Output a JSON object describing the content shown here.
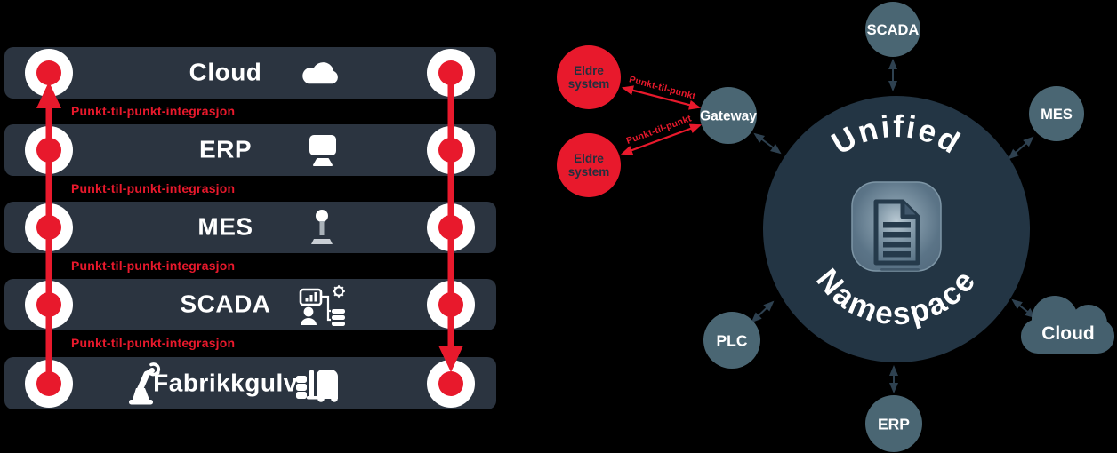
{
  "colors": {
    "background": "#000000",
    "layer_bar": "#2b3440",
    "accent_red": "#e8192c",
    "node_teal": "#4a6673",
    "hub_navy": "#233544",
    "arrow_dark": "#2e4150",
    "white": "#ffffff",
    "legacy_text": "#232f3d"
  },
  "diagram": {
    "left": {
      "rows": [
        {
          "label": "Cloud",
          "icon": "cloud-icon"
        },
        {
          "label": "ERP",
          "icon": "desktop-computer-icon"
        },
        {
          "label": "MES",
          "icon": "joystick-icon"
        },
        {
          "label": "SCADA",
          "icon": "scada-monitoring-icon"
        },
        {
          "label": "Fabrikkgulv",
          "icon_left": "robot-arm-icon",
          "icon_right": "forklift-icon"
        }
      ],
      "connection_label": "Punkt-til-punkt-integrasjon"
    },
    "right": {
      "hub": {
        "title_top": "Unified",
        "title_bottom": "Namespace",
        "center_icon": "document-icon"
      },
      "nodes": {
        "scada": "SCADA",
        "mes": "MES",
        "cloud": "Cloud",
        "erp": "ERP",
        "plc": "PLC",
        "gateway": "Gateway"
      },
      "legacy": {
        "lines": [
          "Eldre",
          "system"
        ],
        "link_label": "Punkt-til-punkt"
      }
    }
  }
}
